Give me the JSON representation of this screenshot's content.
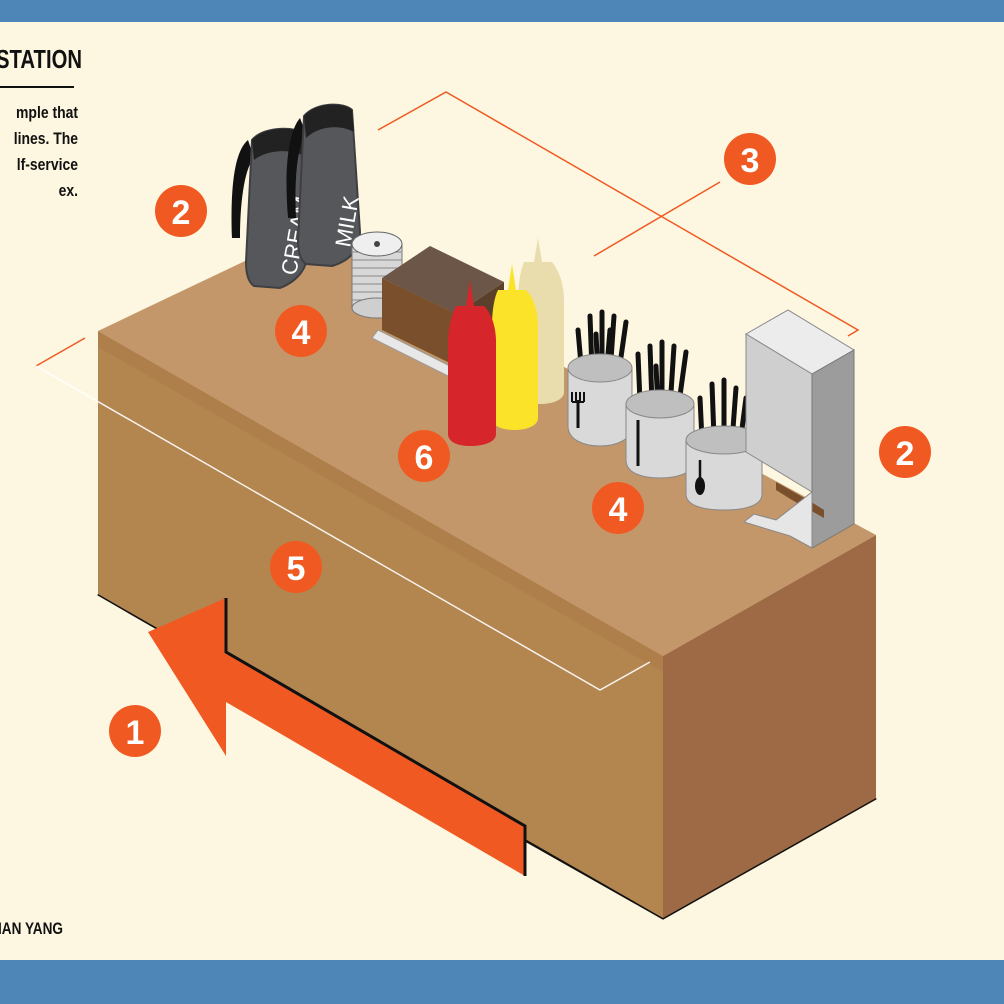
{
  "title": "STATION",
  "intro_lines": [
    "mple that",
    "lines. The",
    "lf-service",
    "ex."
  ],
  "credit": "IAN YANG",
  "pitchers": {
    "cream": "CREAM",
    "milk": "MILK"
  },
  "markers": {
    "m1": "1",
    "m2_left": "2",
    "m2_right": "2",
    "m3": "3",
    "m4_left": "4",
    "m4_right": "4",
    "m5": "5",
    "m6": "6"
  },
  "colors": {
    "band": "#4f86b8",
    "background": "#fdf6e0",
    "accent": "#f05a22",
    "counter_top": "#c4976a",
    "counter_front": "#b3854f",
    "counter_side": "#9d6a45",
    "ketchup": "#d6262b",
    "mustard": "#fbe32a",
    "mayo": "#e9ddad"
  },
  "icons": [
    "fork-icon",
    "knife-icon",
    "spoon-icon",
    "arrow-icon"
  ]
}
